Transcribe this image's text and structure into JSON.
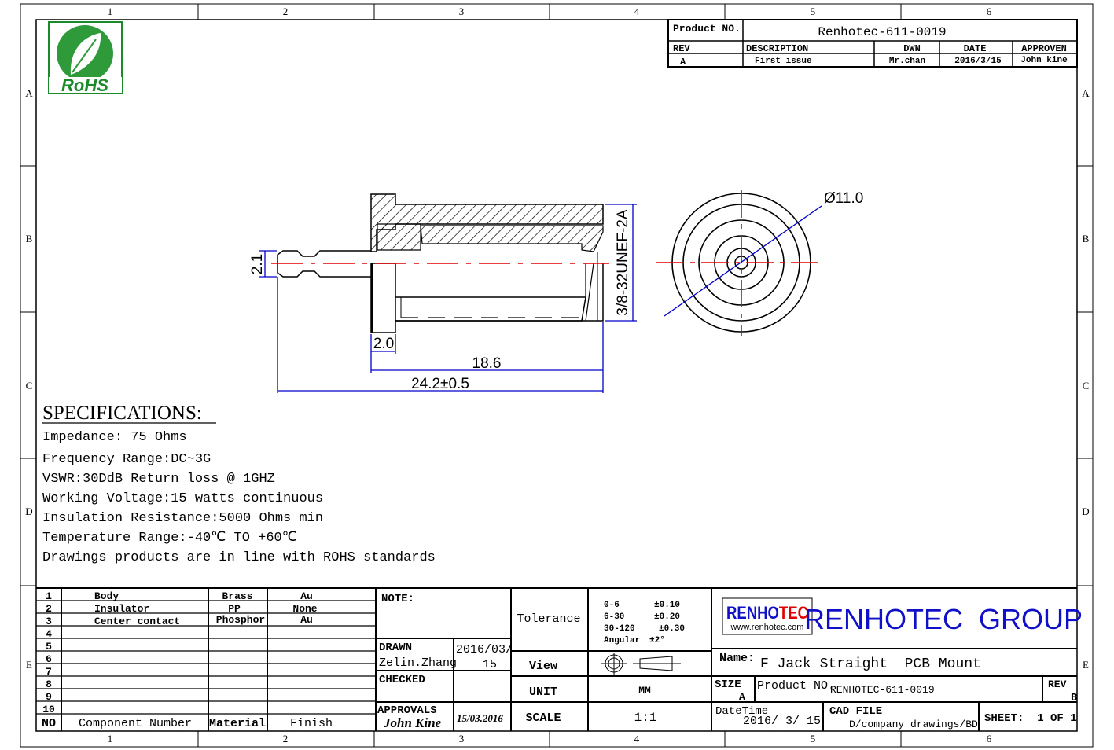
{
  "zones": {
    "columns": [
      "1",
      "2",
      "3",
      "4",
      "5",
      "6"
    ],
    "rows": [
      "A",
      "B",
      "C",
      "D",
      "E"
    ]
  },
  "logo": {
    "rohs_text": "RoHS"
  },
  "revision_block": {
    "product_no_label": "Product NO.",
    "product_no": "Renhotec-611-0019",
    "headers": {
      "rev": "REV",
      "description": "DESCRIPTION",
      "dwn": "DWN",
      "date": "DATE",
      "approven": "APPROVEN"
    },
    "row": {
      "rev": "A",
      "description": "First issue",
      "dwn": "Mr.chan",
      "date": "2016/3/15",
      "approven": "John kine"
    }
  },
  "drawing": {
    "dims": {
      "pin_dia": "2.1",
      "flange": "2.0",
      "body_len": "18.6",
      "total_len": "24.2±0.5",
      "thread": "3/8-32UNEF-2A",
      "outer_dia": "Ø11.0"
    },
    "colors": {
      "dimension": "#0000cc",
      "centerline": "#e00000"
    }
  },
  "specifications": {
    "title": "SPECIFICATIONS:",
    "lines": [
      "Impedance: 75 Ohms",
      "Frequency Range:DC~3G",
      "VSWR:30DdB Return loss @ 1GHZ",
      "Working Voltage:15 watts continuous",
      "Insulation Resistance:5000 Ohms min",
      "Temperature Range:-40℃ TO +60℃",
      "Drawings products are in line with ROHS standards"
    ]
  },
  "parts_table": {
    "rows": [
      {
        "no": "1",
        "component": "Body",
        "material": "Brass",
        "finish": "Au"
      },
      {
        "no": "2",
        "component": "Insulator",
        "material": "PP",
        "finish": "None"
      },
      {
        "no": "3",
        "component": "Center contact",
        "material": "Phosphor",
        "finish": "Au"
      },
      {
        "no": "4",
        "component": "",
        "material": "",
        "finish": ""
      },
      {
        "no": "5",
        "component": "",
        "material": "",
        "finish": ""
      },
      {
        "no": "6",
        "component": "",
        "material": "",
        "finish": ""
      },
      {
        "no": "7",
        "component": "",
        "material": "",
        "finish": ""
      },
      {
        "no": "8",
        "component": "",
        "material": "",
        "finish": ""
      },
      {
        "no": "9",
        "component": "",
        "material": "",
        "finish": ""
      },
      {
        "no": "10",
        "component": "",
        "material": "",
        "finish": ""
      }
    ],
    "headers": {
      "no": "NO",
      "component": "Component Number",
      "material": "Material",
      "finish": "Finish"
    }
  },
  "notes_block": {
    "note_label": "NOTE:",
    "drawn_label": "DRAWN",
    "drawn_by": "Zelin.Zhang",
    "drawn_date_1": "2016/03/",
    "drawn_date_2": "15",
    "checked_label": "CHECKED",
    "approvals_label": "APPROVALS",
    "approvals_signature": "John Kine",
    "approvals_date": "15/03.2016"
  },
  "tolerance_block": {
    "tolerance_label": "Tolerance",
    "tolerances": [
      {
        "range": "0-6",
        "value": "±0.10"
      },
      {
        "range": "6-30",
        "value": "±0.20"
      },
      {
        "range": "30-120",
        "value": "±0.30"
      },
      {
        "range": "Angular",
        "value": "±2°"
      }
    ],
    "view_label": "View",
    "unit_label": "UNIT",
    "unit": "MM",
    "scale_label": "SCALE",
    "scale": "1:1"
  },
  "company_block": {
    "logo_text_1": "RENHO",
    "logo_text_2": "TEC",
    "logo_url": "www.renhotec.com",
    "company": "RENHOTEC  GROUP",
    "brand_colors": {
      "blue": "#1010c8",
      "red": "#e00000"
    },
    "name_label": "Name:",
    "name": "F Jack Straight  PCB Mount",
    "size_label": "SIZE",
    "size": "A",
    "product_no_label": "Product NO.",
    "product_no": "RENHOTEC-611-0019",
    "rev_label": "REV",
    "rev": "B",
    "datetime_label": "DateTime",
    "datetime": "2016/ 3/ 15",
    "cad_label": "CAD FILE",
    "cad_file": "D/company drawings/BD",
    "sheet": "SHEET:  1 OF 1"
  }
}
